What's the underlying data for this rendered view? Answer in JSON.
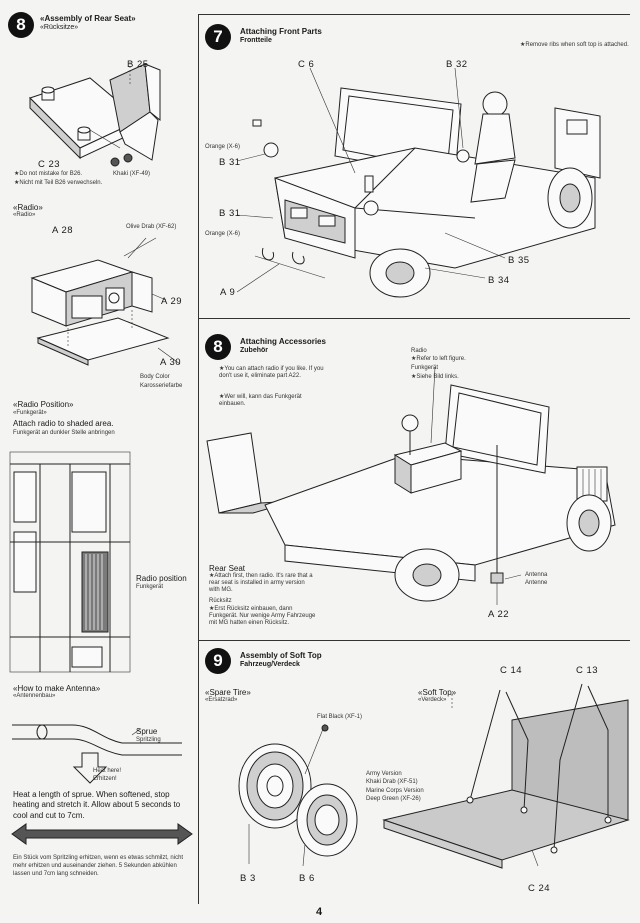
{
  "page_number": "4",
  "left_steps": {
    "rear_seat": {
      "number": "8",
      "title_en": "«Assembly of Rear Seat»",
      "title_de": "«Rücksitze»",
      "parts": [
        "B 25",
        "C 23"
      ],
      "paint": "Khaki (XF-49)",
      "note_en": "★Do not mistake for B26.",
      "note_de": "★Nicht mit Teil B26 verwechseln."
    },
    "radio": {
      "title_en": "«Radio»",
      "title_de": "«Radio»",
      "parts": [
        "A 28",
        "A 29",
        "A 30"
      ],
      "paint_top": "Olive Drab (XF-62)",
      "paint_body_en": "Body Color",
      "paint_body_de": "Karosseriefarbe"
    },
    "radio_position": {
      "title_en": "«Radio Position»",
      "title_de": "«Funkgerät»",
      "instr_en": "Attach radio to shaded area.",
      "instr_de": "Funkgerät an dunkler Stelle anbringen",
      "label_en": "Radio position",
      "label_de": "Funkgerät"
    },
    "antenna": {
      "title_en": "«How to make Antenna»",
      "title_de": "«Antennenbau»",
      "sprue_en": "Sprue",
      "sprue_de": "Spritzling",
      "heat_en": "Heat here!",
      "heat_de": "Erhitzen!",
      "instr_en": "Heat a length of sprue. When softened, stop heating and stretch it. Allow about 5 seconds to cool and cut to 7cm.",
      "instr_de": "Ein Stück vom Spritzling erhitzen, wenn es etwas schmilzt, nicht mehr erhitzen und auseinander ziehen. 5 Sekunden abkühlen lassen und 7cm lang schneiden."
    }
  },
  "step7": {
    "number": "7",
    "title_en": "Attaching Front Parts",
    "title_de": "Frontteile",
    "note": "★Remove ribs when soft top is attached.",
    "parts": [
      "C 6",
      "B 32",
      "B 31",
      "B 31",
      "B 35",
      "B 34",
      "A 9"
    ],
    "orange_a": "Orange (X-6)",
    "orange_b": "Orange (X-6)"
  },
  "step8": {
    "number": "8",
    "title_en": "Attaching Accessories",
    "title_de": "Zubehör",
    "note_en": "★You can attach radio if you like. If you don't use it, eliminate part A22.",
    "note_de": "★Wer will, kann das Funkgerät einbauen.",
    "radio_en": "Radio",
    "radio_ref_en": "★Refer to left figure.",
    "radio_de": "Funkgerät",
    "radio_ref_de": "★Siehe Bild links.",
    "rear_seat_en": "Rear Seat",
    "rear_seat_note_en": "★Attach first, then radio. It's rare that a rear seat is installed in army version with MG.",
    "rear_seat_de": "Rücksitz",
    "rear_seat_note_de": "★Erst Rücksitz einbauen, dann Funkgerät. Nur wenige Army Fahrzeuge mit MG hatten einen Rücksitz.",
    "antenna_en": "Antenna",
    "antenna_de": "Antenne",
    "part": "A 22"
  },
  "step9": {
    "number": "9",
    "title_en": "Assembly of Soft Top",
    "title_de": "Fahrzeug/Verdeck",
    "spare_en": "«Spare Tire»",
    "spare_de": "«Ersatzrad»",
    "flat_black": "Flat Black (XF-1)",
    "soft_top_en": "«Soft Top»",
    "soft_top_de": "«Verdeck»",
    "parts": [
      "C 14",
      "C 13",
      "C 24",
      "B 3",
      "B 6"
    ],
    "colors": [
      "Army Version",
      "Khaki Drab (XF-51)",
      "Marine Corps Version",
      "Deep Green (XF-26)"
    ]
  }
}
